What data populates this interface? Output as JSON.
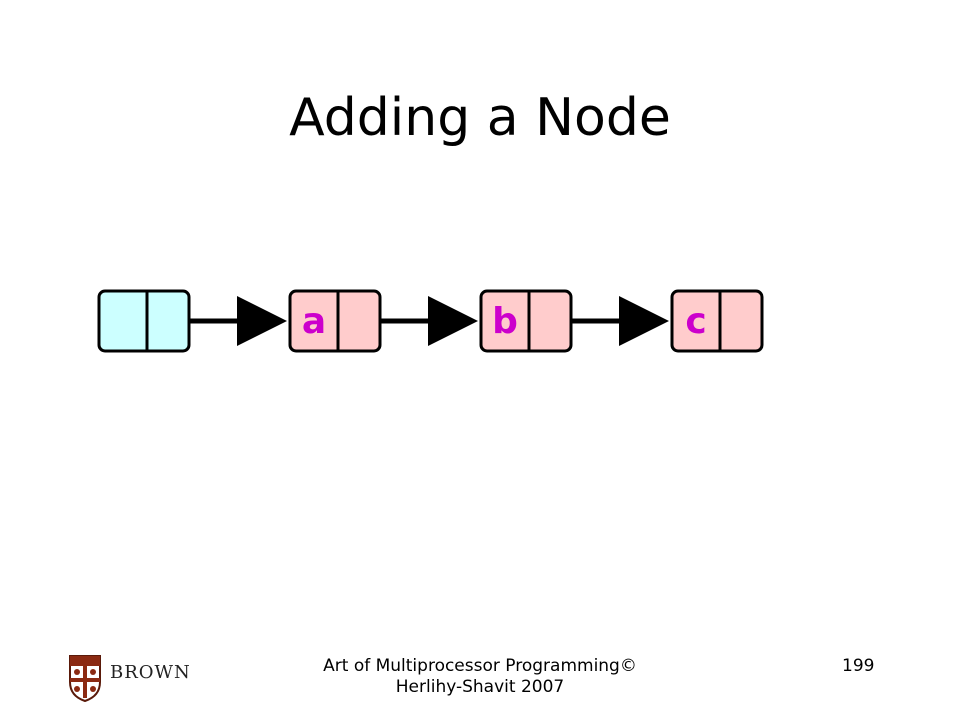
{
  "slide": {
    "title": "Adding a Node",
    "footer": "Art of Multiprocessor Programming© Herlihy-Shavit 2007",
    "page_number": "199",
    "logo_text": "BROWN"
  },
  "diagram": {
    "nodes": [
      {
        "label": "",
        "role": "sentinel",
        "fill": "#ccffff"
      },
      {
        "label": "a",
        "role": "node",
        "fill": "#ffcccc"
      },
      {
        "label": "b",
        "role": "node",
        "fill": "#ffcccc"
      },
      {
        "label": "c",
        "role": "node",
        "fill": "#ffcccc"
      }
    ],
    "links": [
      {
        "from": 0,
        "to": 1
      },
      {
        "from": 1,
        "to": 2
      },
      {
        "from": 2,
        "to": 3
      }
    ],
    "label_color": "#cc00cc",
    "stroke_color": "#000000"
  }
}
